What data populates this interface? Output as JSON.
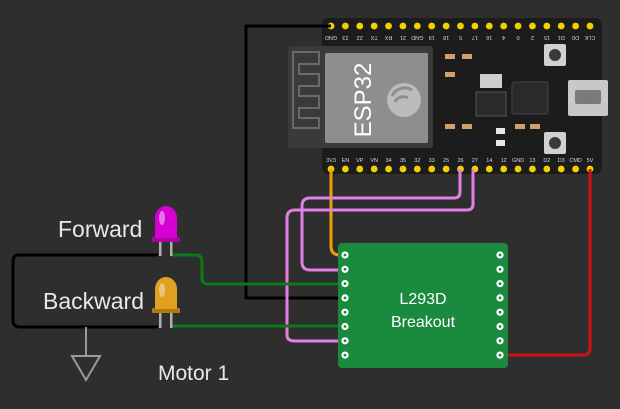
{
  "labels": {
    "forward": "Forward",
    "backward": "Backward",
    "motor": "Motor 1"
  },
  "esp32": {
    "chip_text": "ESP32",
    "top_pins": [
      "CLK",
      "D0",
      "D1",
      "15",
      "2",
      "0",
      "4",
      "16",
      "17",
      "5",
      "18",
      "19",
      "GND",
      "21",
      "RX",
      "TX",
      "22",
      "23",
      "GND"
    ],
    "bottom_pins": [
      "3V3",
      "EN",
      "VP",
      "VN",
      "34",
      "35",
      "32",
      "33",
      "25",
      "26",
      "27",
      "14",
      "12",
      "GND",
      "13",
      "D2",
      "D3",
      "CMD",
      "5V"
    ]
  },
  "driver": {
    "line1": "L293D",
    "line2": "Breakout"
  },
  "colors": {
    "background": "#2e2e2e",
    "esp32_board": "#1c1c1c",
    "pin_yellow": "#f5d000",
    "driver_board": "#1a8a3e",
    "wire_black": "#000000",
    "wire_green": "#0d7a1a",
    "wire_orange": "#f0a000",
    "wire_pink": "#e27fe2",
    "wire_red": "#d01010",
    "led_forward": "#d400d4",
    "led_backward": "#e0a020"
  }
}
